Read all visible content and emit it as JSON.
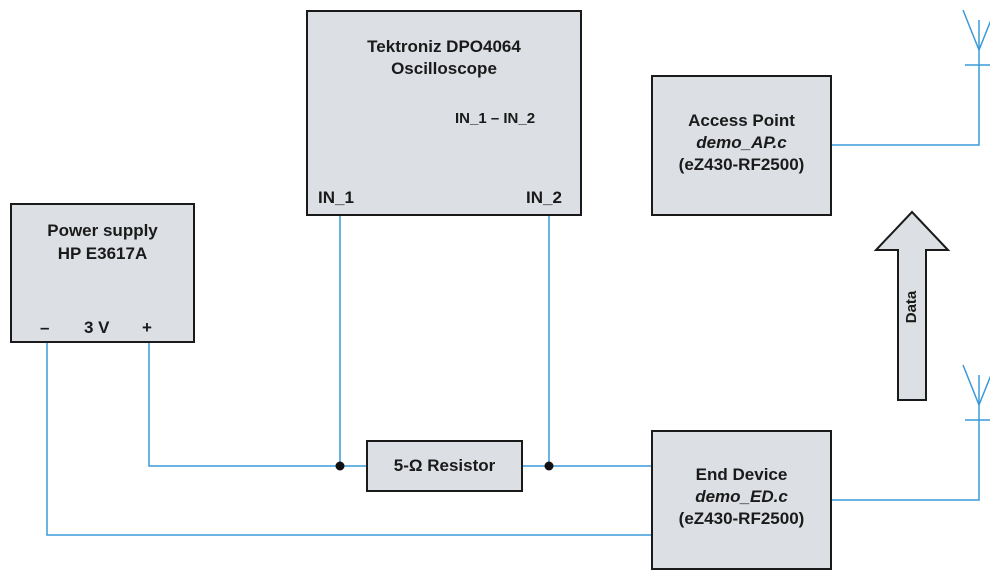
{
  "oscilloscope": {
    "title_line1": "Tektroniz DPO4064",
    "title_line2": "Oscilloscope",
    "signal_label": "IN_1 – IN_2",
    "port_in1": "IN_1",
    "port_in2": "IN_2"
  },
  "power_supply": {
    "title_line1": "Power supply",
    "title_line2": "HP E3617A",
    "minus": "–",
    "voltage": "3 V",
    "plus": "+"
  },
  "resistor": {
    "label": "5-Ω Resistor"
  },
  "access_point": {
    "title": "Access Point",
    "program": "demo_AP.c",
    "board": "(eZ430-RF2500)"
  },
  "end_device": {
    "title": "End Device",
    "program": "demo_ED.c",
    "board": "(eZ430-RF2500)"
  },
  "data_arrow": {
    "label": "Data"
  },
  "colors": {
    "block_fill": "#dcdfe4",
    "wire": "#3a9ad9",
    "outline": "#1a1a1a"
  }
}
